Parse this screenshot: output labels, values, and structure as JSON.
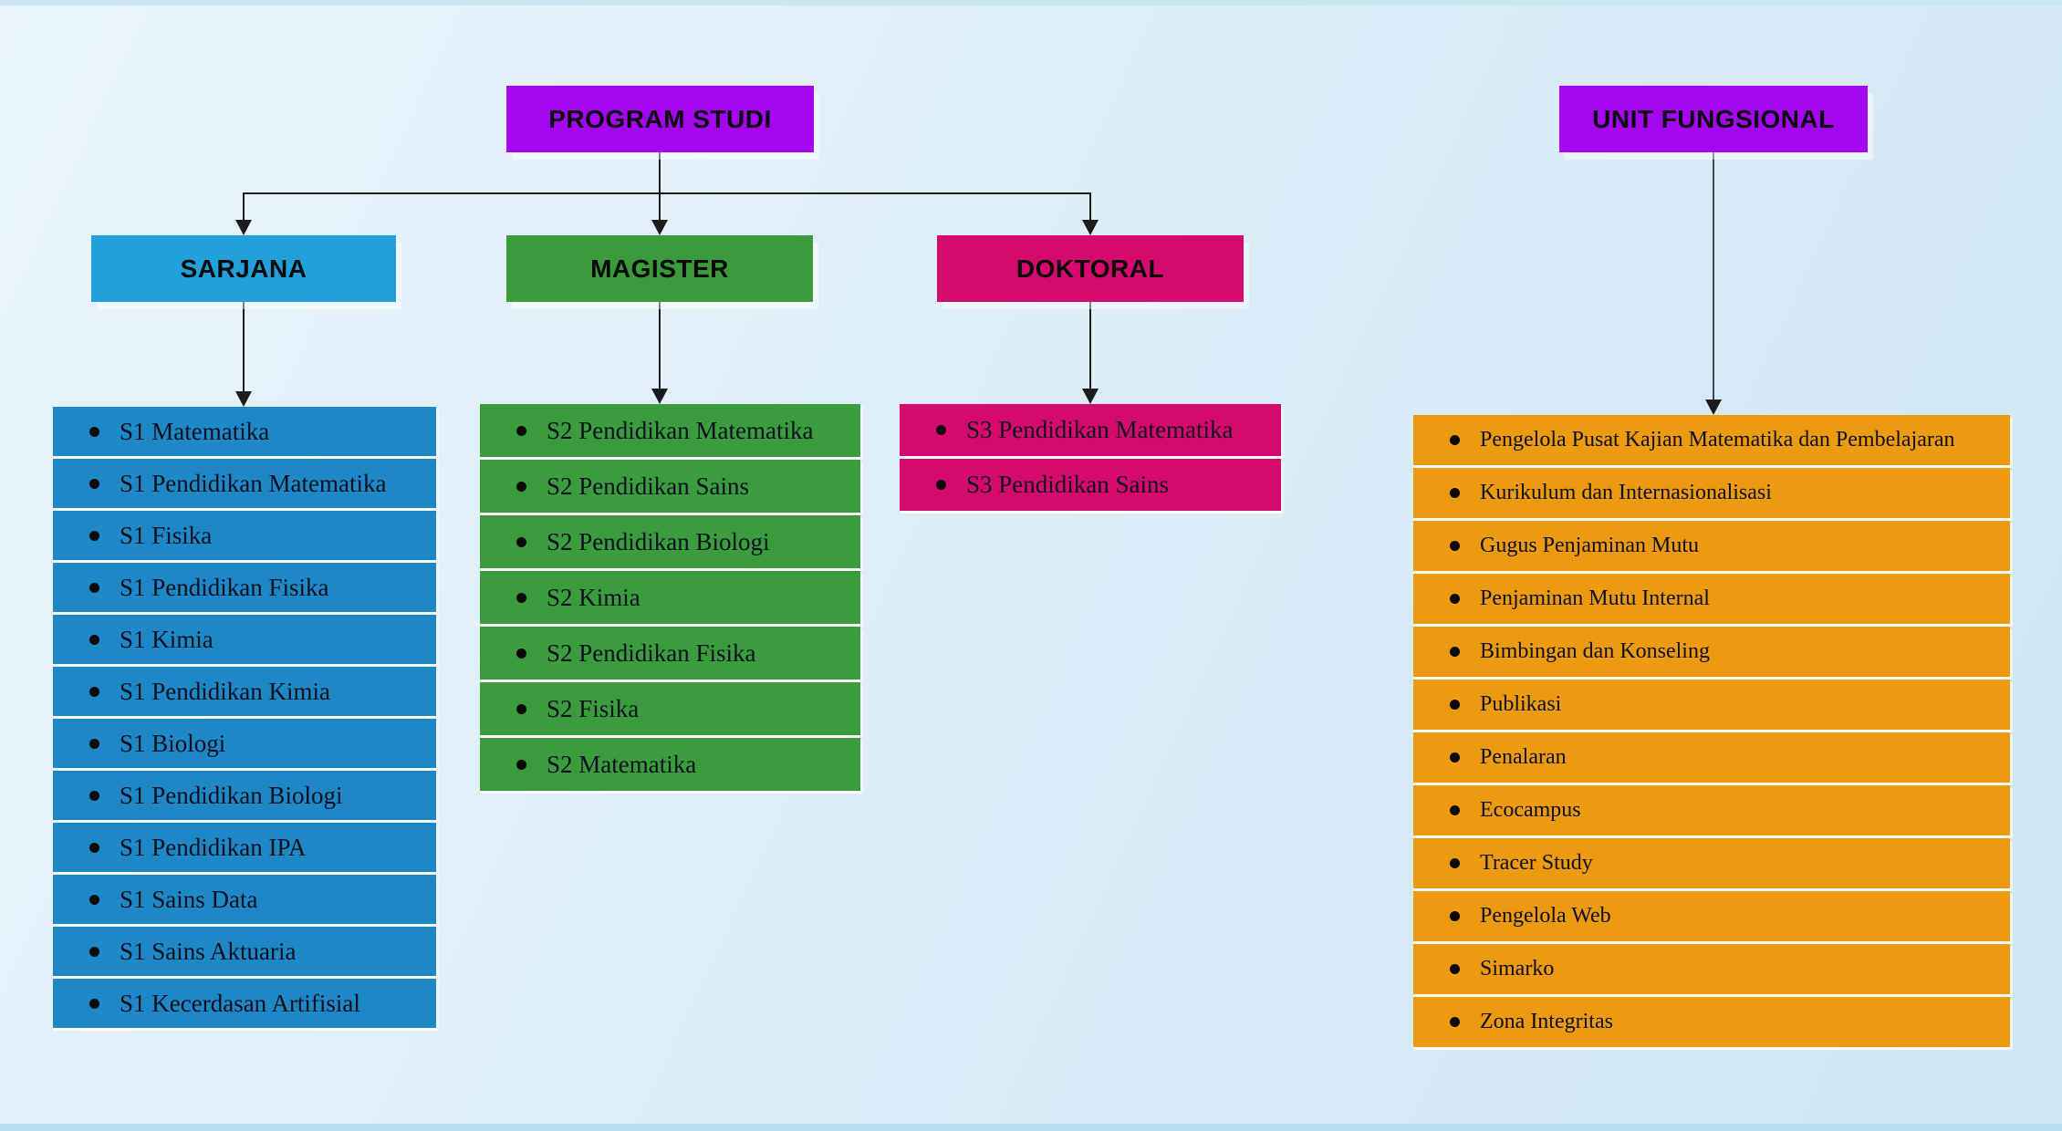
{
  "diagram": {
    "headers": {
      "program_studi": "PROGRAM STUDI",
      "unit_fungsional": "UNIT FUNGSIONAL"
    },
    "levels": {
      "sarjana": "SARJANA",
      "magister": "MAGISTER",
      "doktoral": "DOKTORAL"
    },
    "lists": {
      "sarjana": [
        "S1 Matematika",
        "S1 Pendidikan Matematika",
        "S1 Fisika",
        "S1 Pendidikan Fisika",
        "S1 Kimia",
        "S1 Pendidikan Kimia",
        "S1 Biologi",
        "S1 Pendidikan Biologi",
        "S1 Pendidikan IPA",
        "S1 Sains Data",
        "S1 Sains Aktuaria",
        "S1 Kecerdasan Artifisial"
      ],
      "magister": [
        "S2 Pendidikan Matematika",
        "S2 Pendidikan Sains",
        "S2 Pendidikan Biologi",
        "S2 Kimia",
        "S2 Pendidikan Fisika",
        "S2 Fisika",
        "S2 Matematika"
      ],
      "doktoral": [
        "S3 Pendidikan Matematika",
        "S3 Pendidikan Sains"
      ],
      "unit_fungsional": [
        "Pengelola Pusat Kajian Matematika dan Pembelajaran",
        "Kurikulum dan Internasionalisasi",
        "Gugus Penjaminan Mutu",
        "Penjaminan Mutu Internal",
        "Bimbingan dan Konseling",
        "Publikasi",
        "Penalaran",
        "Ecocampus",
        "Tracer Study",
        "Pengelola Web",
        "Simarko",
        "Zona Integritas"
      ]
    },
    "colors": {
      "purple": "#A506F2",
      "blue-header": "#21A0DC",
      "blue-list": "#1E88C6",
      "green-header": "#3A9B3C",
      "green-list": "#3B9C3E",
      "pink": "#D50A6E",
      "orange": "#EC9A10",
      "line": "#1C1C1C",
      "background": "#DCEDF8"
    }
  }
}
